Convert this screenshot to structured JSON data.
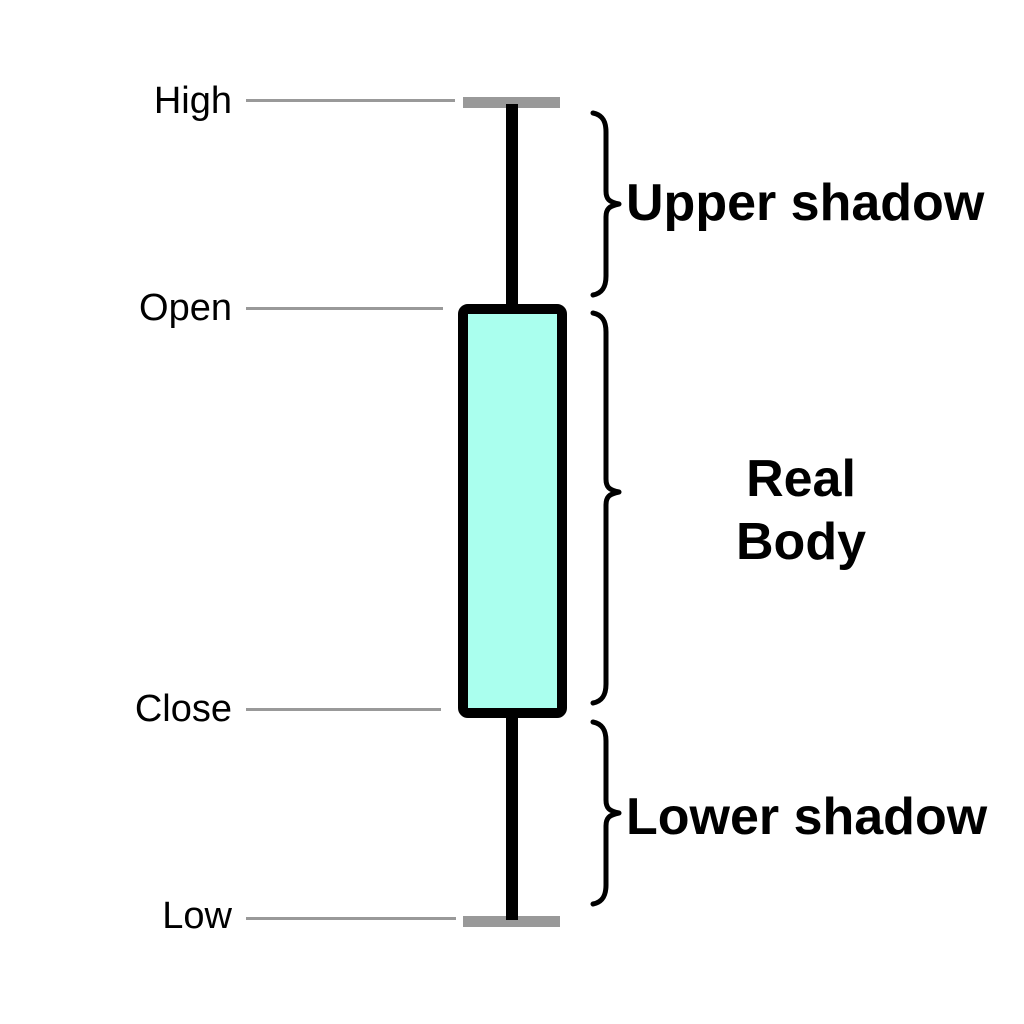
{
  "diagram": {
    "subject": "candlestick-anatomy"
  },
  "price_labels": {
    "high": "High",
    "open": "Open",
    "close": "Close",
    "low": "Low"
  },
  "annotations": {
    "upper_shadow": "Upper shadow",
    "real_body_line1": "Real",
    "real_body_line2": "Body",
    "lower_shadow": "Lower shadow"
  },
  "colors": {
    "background": "#FFFFFF",
    "body_fill": "#AAFFEE",
    "outline": "#000000",
    "tick_mark": "#999999",
    "leader_line": "#999999",
    "text": "#000000"
  }
}
